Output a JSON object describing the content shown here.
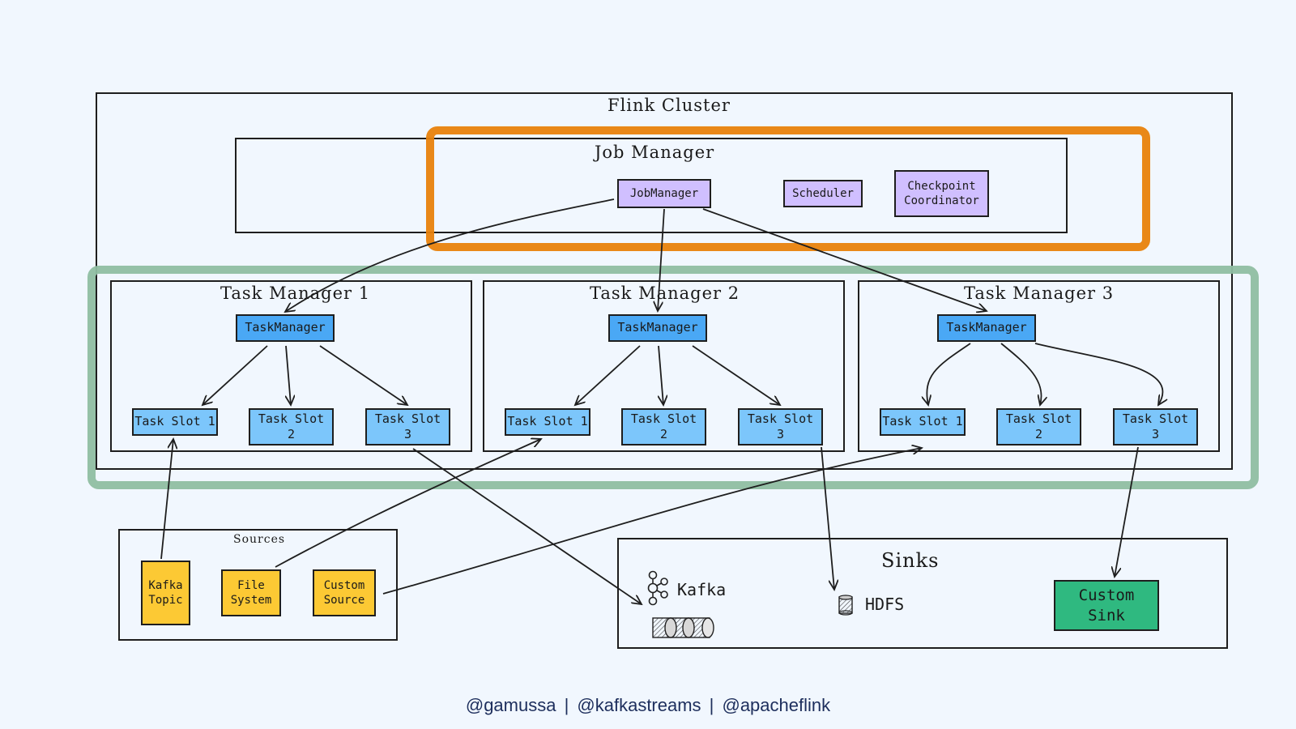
{
  "cluster": {
    "title": "Flink Cluster"
  },
  "job_manager": {
    "title": "Job Manager",
    "components": {
      "jobmanager": "JobManager",
      "scheduler": "Scheduler",
      "checkpoint": "Checkpoint\nCoordinator"
    }
  },
  "task_managers": [
    {
      "title": "Task Manager 1",
      "node": "TaskManager",
      "slots": [
        "Task Slot 1",
        "Task Slot\n2",
        "Task Slot\n3"
      ]
    },
    {
      "title": "Task Manager 2",
      "node": "TaskManager",
      "slots": [
        "Task Slot 1",
        "Task Slot\n2",
        "Task Slot\n3"
      ]
    },
    {
      "title": "Task Manager 3",
      "node": "TaskManager",
      "slots": [
        "Task Slot 1",
        "Task Slot\n2",
        "Task Slot\n3"
      ]
    }
  ],
  "sources": {
    "title": "Sources",
    "items": [
      "Kafka\nTopic",
      "File\nSystem",
      "Custom\nSource"
    ]
  },
  "sinks": {
    "title": "Sinks",
    "kafka": "Kafka",
    "hdfs": "HDFS",
    "custom": "Custom\nSink"
  },
  "footer": "@gamussa  |  @kafkastreams  |  @apacheflink",
  "colors": {
    "background": "#f1f7fe",
    "jobmanager_highlight": "#e8820c",
    "taskmanager_highlight": "#8fbea2",
    "purple_node": "#d0bfff",
    "blue_node": "#4aa8f5",
    "slot_node": "#7cc6fb",
    "source_node": "#fcc934",
    "sink_node": "#2fb980"
  }
}
